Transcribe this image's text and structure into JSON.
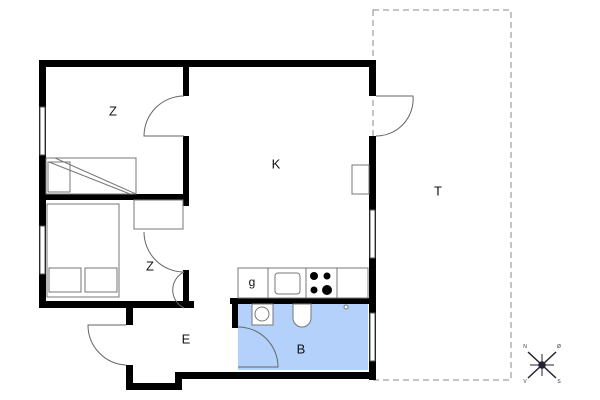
{
  "plan": {
    "rooms": [
      {
        "id": "bedroom-1",
        "label": "Z"
      },
      {
        "id": "kitchen-living",
        "label": "K"
      },
      {
        "id": "terrace",
        "label": "T"
      },
      {
        "id": "bedroom-2",
        "label": "Z"
      },
      {
        "id": "entrance",
        "label": "E"
      },
      {
        "id": "bathroom",
        "label": "B"
      }
    ],
    "appliance_label": "g",
    "compass": {
      "n": "N",
      "o": "Ø",
      "s": "S",
      "v": "V"
    },
    "colors": {
      "wall": "#000000",
      "bathroom": "#b3d1fb",
      "line": "#777777"
    }
  }
}
